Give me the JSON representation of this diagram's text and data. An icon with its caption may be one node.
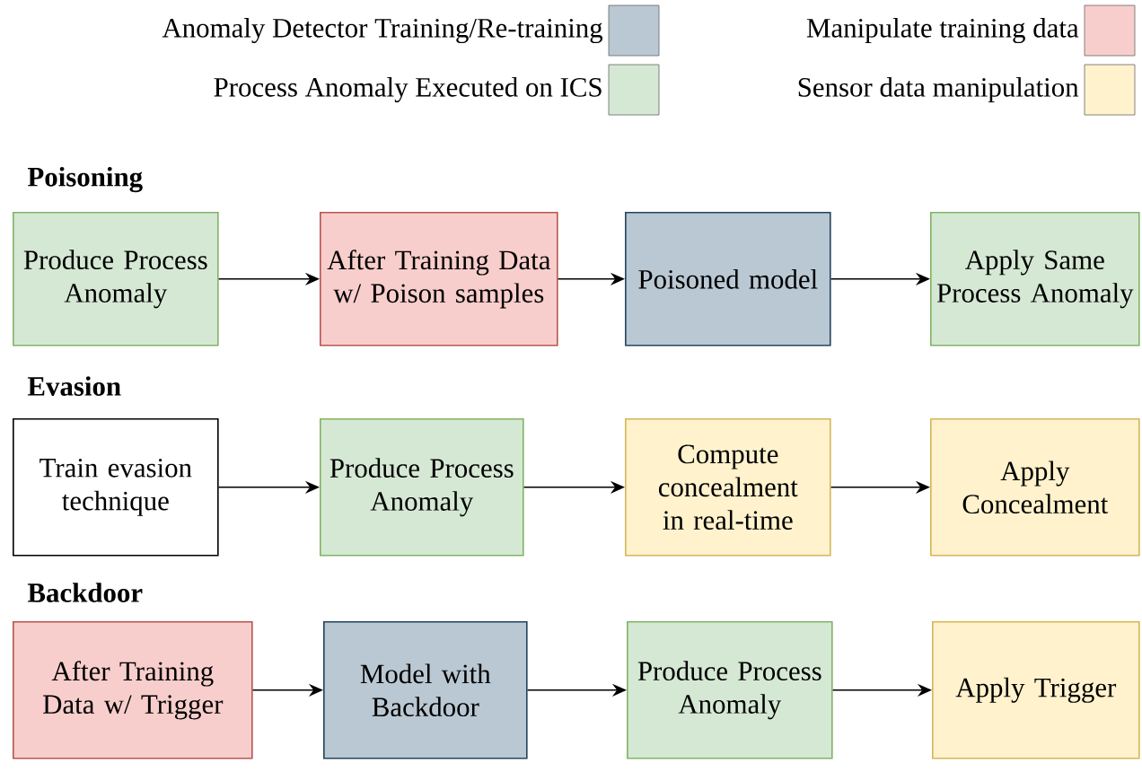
{
  "diagram": {
    "nodes": [
      {
        "text": [
          "Produce Process Anomaly"
        ]
      },
      {
        "text": [
          "After Training Data w/ Poison samples"
        ]
      },
      {
        "text": [
          "Poisoned model"
        ]
      },
      {
        "text": [
          "Apply Same Process Anomaly"
        ]
      },
      {
        "text": [
          "Train evasion technique"
        ]
      },
      {
        "text": [
          "Produce Process Anomaly"
        ]
      },
      {
        "text": [
          "Compute concealment in real-time"
        ]
      },
      {
        "text": [
          "Apply Concealment"
        ]
      },
      {
        "text": [
          "After Training Data w/ Trigger"
        ]
      },
      {
        "text": [
          "Model with Backdoor"
        ]
      },
      {
        "text": [
          "Produce Process Anomaly"
        ]
      },
      {
        "text": [
          "Apply Trigger"
        ]
      }
    ],
    "edges": [
      {
        "from": 0,
        "to": 1,
        "arrow": "to"
      },
      {
        "from": 1,
        "to": 2,
        "arrow": "to"
      },
      {
        "from": 2,
        "to": 3,
        "arrow": "to"
      },
      {
        "from": 4,
        "to": 5,
        "arrow": "to"
      },
      {
        "from": 5,
        "to": 6,
        "arrow": "to"
      },
      {
        "from": 6,
        "to": 7,
        "arrow": "to"
      },
      {
        "from": 8,
        "to": 9,
        "arrow": "to"
      },
      {
        "from": 9,
        "to": 10,
        "arrow": "to"
      },
      {
        "from": 10,
        "to": 11,
        "arrow": "to"
      }
    ],
    "labels": [
      "Poisoning",
      "Evasion",
      "Backdoor"
    ],
    "legend": [
      {
        "text": "Anomaly Detector Training/Re-training",
        "color": "#bac8d3"
      },
      {
        "text": "Manipulate training data",
        "color": "#f8cecc"
      },
      {
        "text": "Process Anomaly Executed on ICS",
        "color": "#d5e8d4"
      },
      {
        "text": "Sensor data manipulation",
        "color": "#fff2cc"
      }
    ]
  }
}
